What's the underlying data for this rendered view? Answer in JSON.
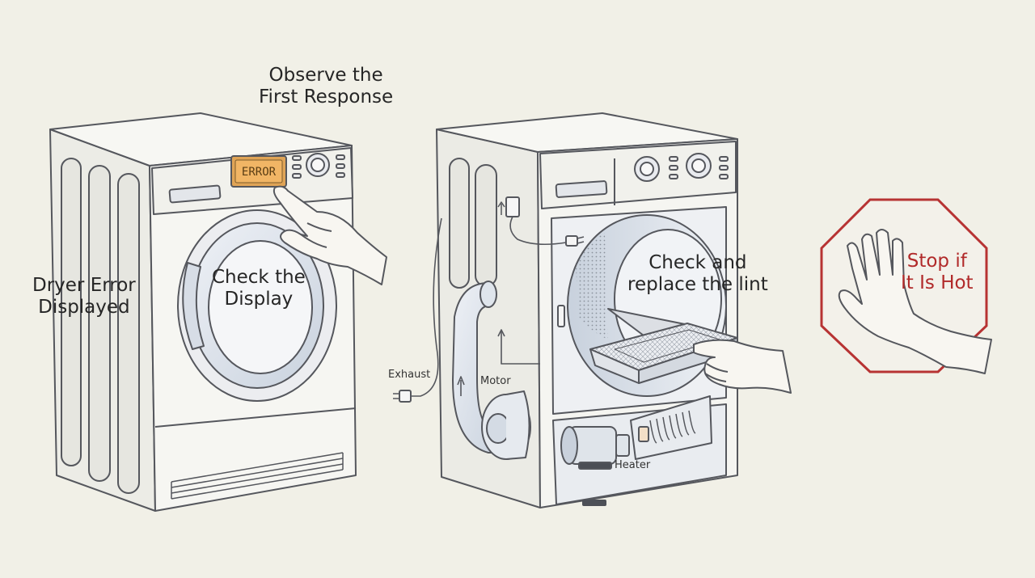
{
  "labels": {
    "observe": [
      "Observe the",
      "First Response"
    ],
    "dryer_error": [
      "Dryer Error",
      "Displayed"
    ],
    "check_display": [
      "Check the",
      "Display"
    ],
    "check_lint": [
      "Check and",
      "replace the lint"
    ],
    "stop_hot": [
      "Stop if",
      "It Is Hot"
    ],
    "exhaust": "Exhaust",
    "motor": "Motor",
    "heater": "Heater",
    "error_screen": "ERROR"
  },
  "colors": {
    "background": "#f1f0e7",
    "outline": "#55575d",
    "appliance_fill": "#f4f4f0",
    "metal_shade": "#dde3ec",
    "display_fill": "#efb264",
    "stop_sign": "#b73333",
    "text": "#262626"
  },
  "icons": [
    "hand-pointing-icon",
    "hand-holding-filter-icon",
    "raised-hand-stop-icon",
    "power-plug-icon"
  ]
}
